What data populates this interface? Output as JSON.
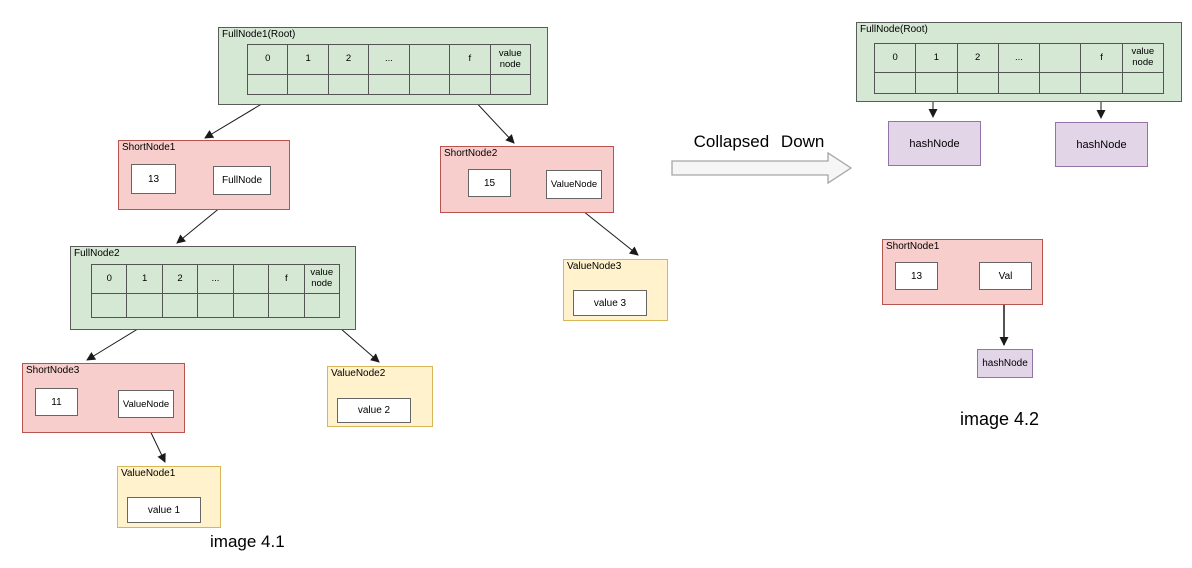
{
  "colors": {
    "fullnode_fill": "#d5e8d4",
    "shortnode_fill": "#f8cecc",
    "shortnode_border": "#b85450",
    "valuenode_fill": "#fff2cc",
    "valuenode_border": "#d6b656",
    "hashnode_fill": "#e1d5e7",
    "hashnode_border": "#9673a6"
  },
  "left_diagram": {
    "fullnode1": {
      "title": "FullNode1(Root)",
      "cells": [
        "0",
        "1",
        "2",
        "...",
        "",
        "f",
        "value node"
      ]
    },
    "shortnode1": {
      "title": "ShortNode1",
      "key": "13",
      "ref": "FullNode"
    },
    "shortnode2": {
      "title": "ShortNode2",
      "key": "15",
      "ref": "ValueNode"
    },
    "fullnode2": {
      "title": "FullNode2",
      "cells": [
        "0",
        "1",
        "2",
        "...",
        "",
        "f",
        "value node"
      ]
    },
    "shortnode3": {
      "title": "ShortNode3",
      "key": "11",
      "ref": "ValueNode"
    },
    "valuenode1": {
      "title": "ValueNode1",
      "value": "value 1"
    },
    "valuenode2": {
      "title": "ValueNode2",
      "value": "value 2"
    },
    "valuenode3": {
      "title": "ValueNode3",
      "value": "value 3"
    },
    "caption": "image 4.1"
  },
  "transition": {
    "label": "Collapsed Down"
  },
  "right_diagram": {
    "fullnode_root": {
      "title": "FullNode(Root)",
      "cells": [
        "0",
        "1",
        "2",
        "...",
        "",
        "f",
        "value node"
      ]
    },
    "hashnode1": {
      "label": "hashNode"
    },
    "hashnode2": {
      "label": "hashNode"
    },
    "shortnode1": {
      "title": "ShortNode1",
      "key": "13",
      "ref": "Val"
    },
    "hashnode3": {
      "label": "hashNode"
    },
    "caption": "image 4.2"
  }
}
